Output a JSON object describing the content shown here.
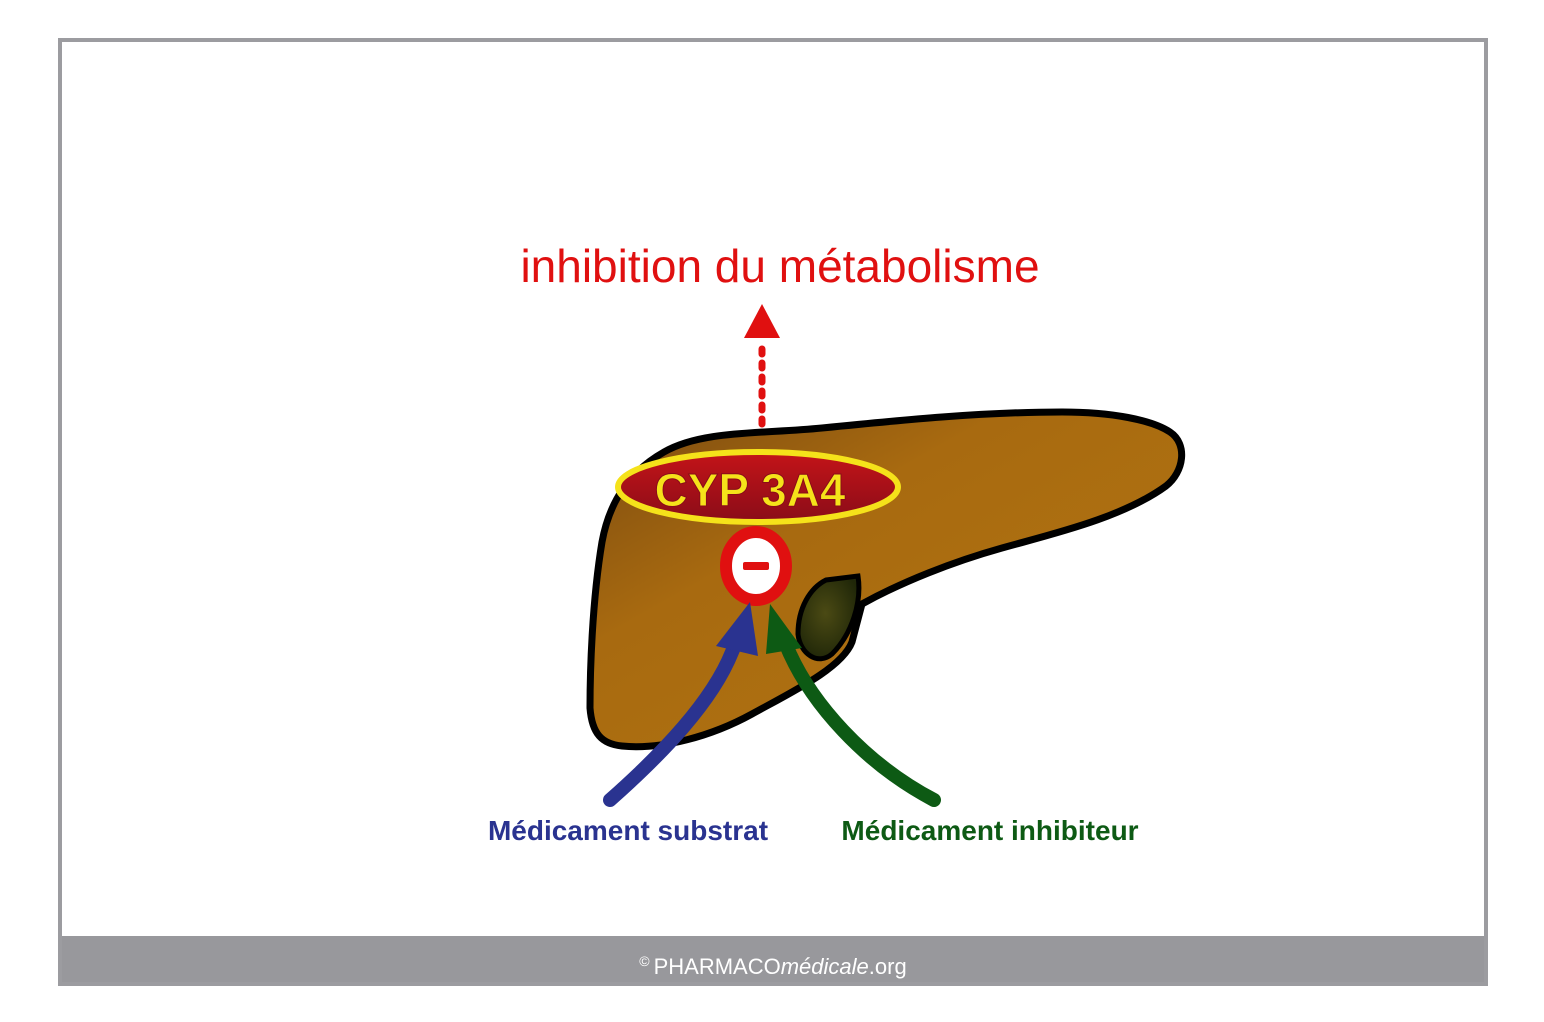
{
  "diagram": {
    "title": "inhibition du métabolisme",
    "enzyme_label": "CYP 3A4",
    "inhibition_sign": "−",
    "substrate_label": "Médicament substrat",
    "inhibitor_label": "Médicament inhibiteur"
  },
  "footer": {
    "copyright_symbol": "©",
    "brand_main": "PHARMACO",
    "brand_italic": "médicale",
    "brand_suffix": ".org"
  },
  "colors": {
    "title_red": "#e01010",
    "liver_brown": "#a86a10",
    "enzyme_fill": "#b0101a",
    "enzyme_text": "#f5e21a",
    "substrate_blue": "#2a3390",
    "inhibitor_green": "#0d5a14",
    "footer_gray": "#98989c"
  }
}
